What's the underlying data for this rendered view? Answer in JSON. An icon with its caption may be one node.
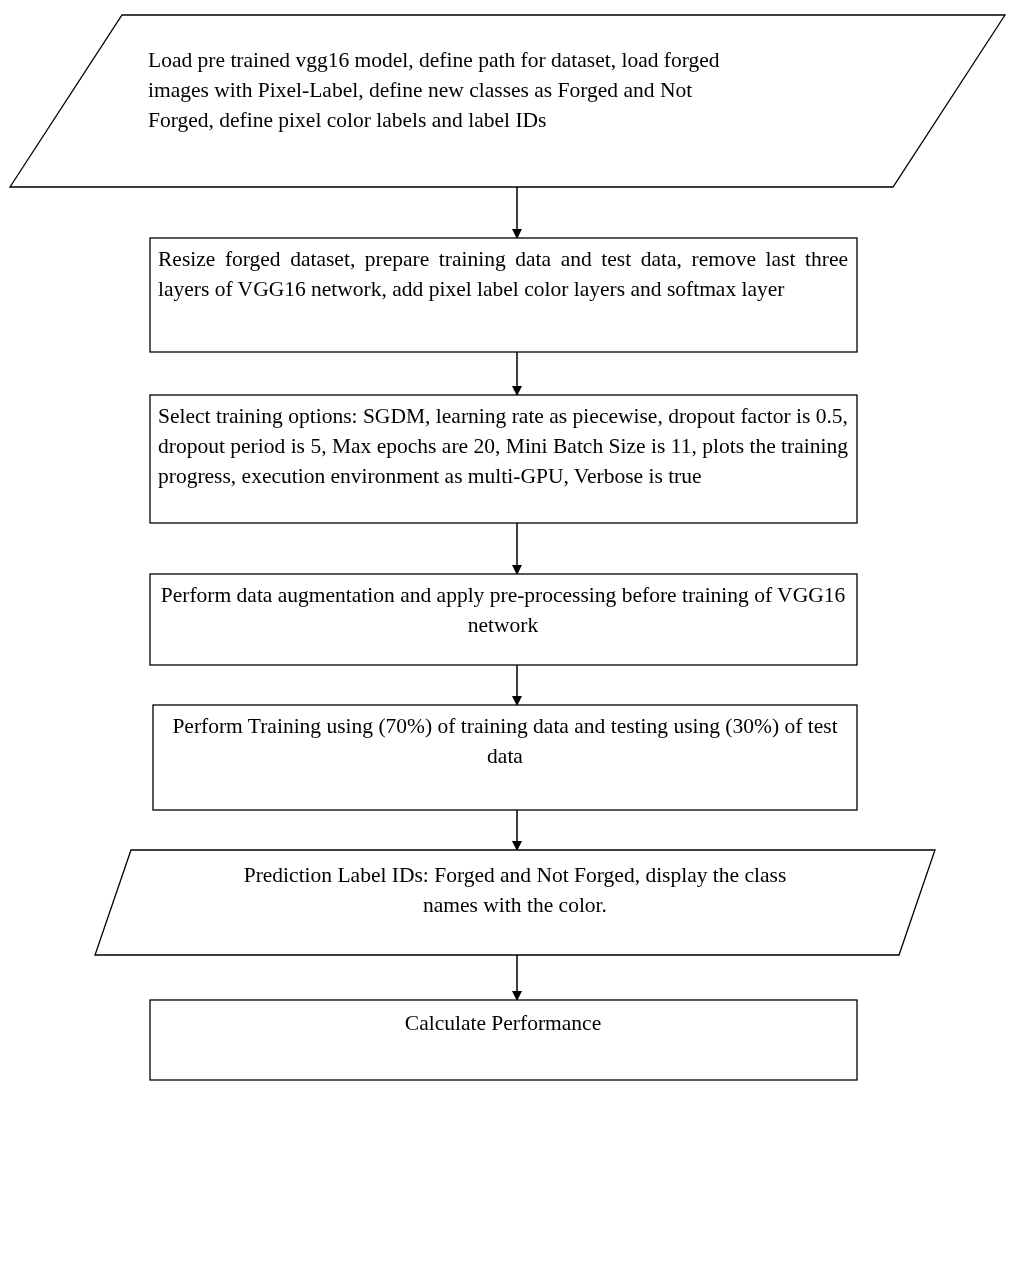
{
  "diagram": {
    "nodes": [
      {
        "text": [
          "Load pre trained vgg16 model, define path for dataset, load forged images with Pixel-Label, define new classes as Forged and Not Forged, define pixel color labels and label IDs"
        ]
      },
      {
        "text": [
          "Resize forged dataset, prepare training data and test data, remove last three layers of VGG16 network, add pixel label color layers and softmax layer"
        ]
      },
      {
        "text": [
          "Select training options: SGDM, learning rate as piecewise, dropout factor is 0.5, dropout period is 5, Max epochs are 20, Mini Batch Size is 11, plots the training progress, execution environment as multi-GPU, Verbose is true"
        ]
      },
      {
        "text": [
          "Perform data augmentation and apply pre-processing before training of VGG16 network"
        ]
      },
      {
        "text": [
          "Perform Training using (70%) of training data and testing using (30%) of test data"
        ]
      },
      {
        "text": [
          "Prediction Label IDs: Forged and Not Forged, display the class names with the color."
        ]
      },
      {
        "text": [
          "Calculate Performance"
        ]
      }
    ],
    "edges": [
      {
        "from": 0,
        "to": 1,
        "arrow": "to"
      },
      {
        "from": 1,
        "to": 2,
        "arrow": "to"
      },
      {
        "from": 2,
        "to": 3,
        "arrow": "to"
      },
      {
        "from": 3,
        "to": 4,
        "arrow": "to"
      },
      {
        "from": 4,
        "to": 5,
        "arrow": "to"
      },
      {
        "from": 5,
        "to": 6,
        "arrow": "to"
      }
    ]
  }
}
